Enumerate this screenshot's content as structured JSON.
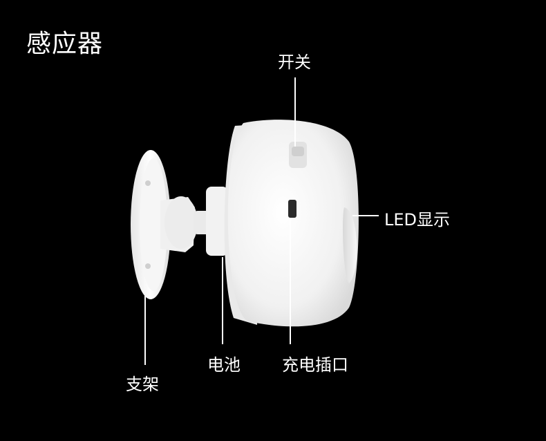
{
  "title": "感应器",
  "labels": {
    "switch": "开关",
    "led_display": "LED显示",
    "battery": "电池",
    "charging_port": "充电插口",
    "bracket": "支架"
  },
  "colors": {
    "background": "#000000",
    "device": "#f4f4f4",
    "text": "#ffffff",
    "leader_line": "#ffffff"
  }
}
